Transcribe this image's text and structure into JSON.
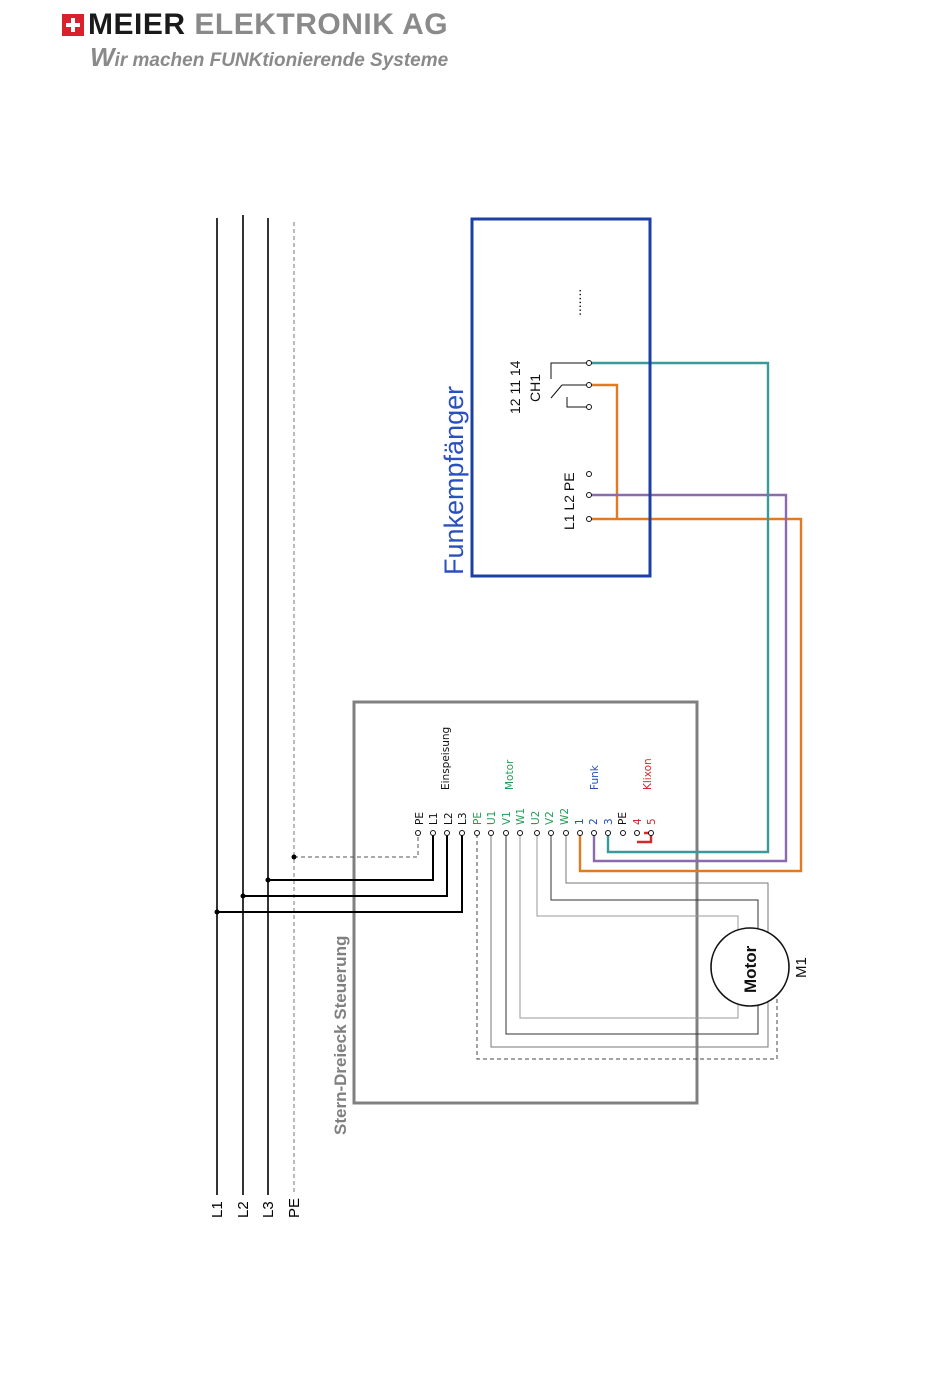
{
  "logo": {
    "name_dark": "MEIER",
    "name_light": "ELEKTRONIK AG",
    "slogan_initial": "W",
    "slogan_rest": "ir machen FUNKtionierende Systeme"
  },
  "supply": {
    "lines": [
      "L1",
      "L2",
      "L3",
      "PE"
    ]
  },
  "controller": {
    "title": "Stern-Dreieck Steuerung",
    "groups": {
      "einspeisung": "Einspeisung",
      "motor": "Motor",
      "funk": "Funk",
      "klixon": "Klixon"
    },
    "terminals": [
      "PE",
      "L1",
      "L2",
      "L3",
      "PE",
      "U1",
      "V1",
      "W1",
      "U2",
      "V2",
      "W2",
      "1",
      "2",
      "3",
      "PE",
      "4",
      "5"
    ]
  },
  "receiver": {
    "title": "Funkempfänger",
    "power_terminals": "L1 L2 PE",
    "relay_terminals": "12 11 14",
    "channel": "CH1",
    "more": "......."
  },
  "motor": {
    "label": "Motor",
    "designation": "M1"
  },
  "colors": {
    "receiver_frame": "#1c3fa6",
    "receiver_title": "#2a4fbf",
    "controller_frame": "#808080",
    "motor_green": "#1f9e55",
    "funk_blue": "#1f4fbf",
    "klixon_red": "#d4282c",
    "wire_orange": "#e07b22",
    "wire_purple": "#8a6bb0",
    "wire_teal": "#3a9a9a",
    "supply_black": "#000000"
  }
}
